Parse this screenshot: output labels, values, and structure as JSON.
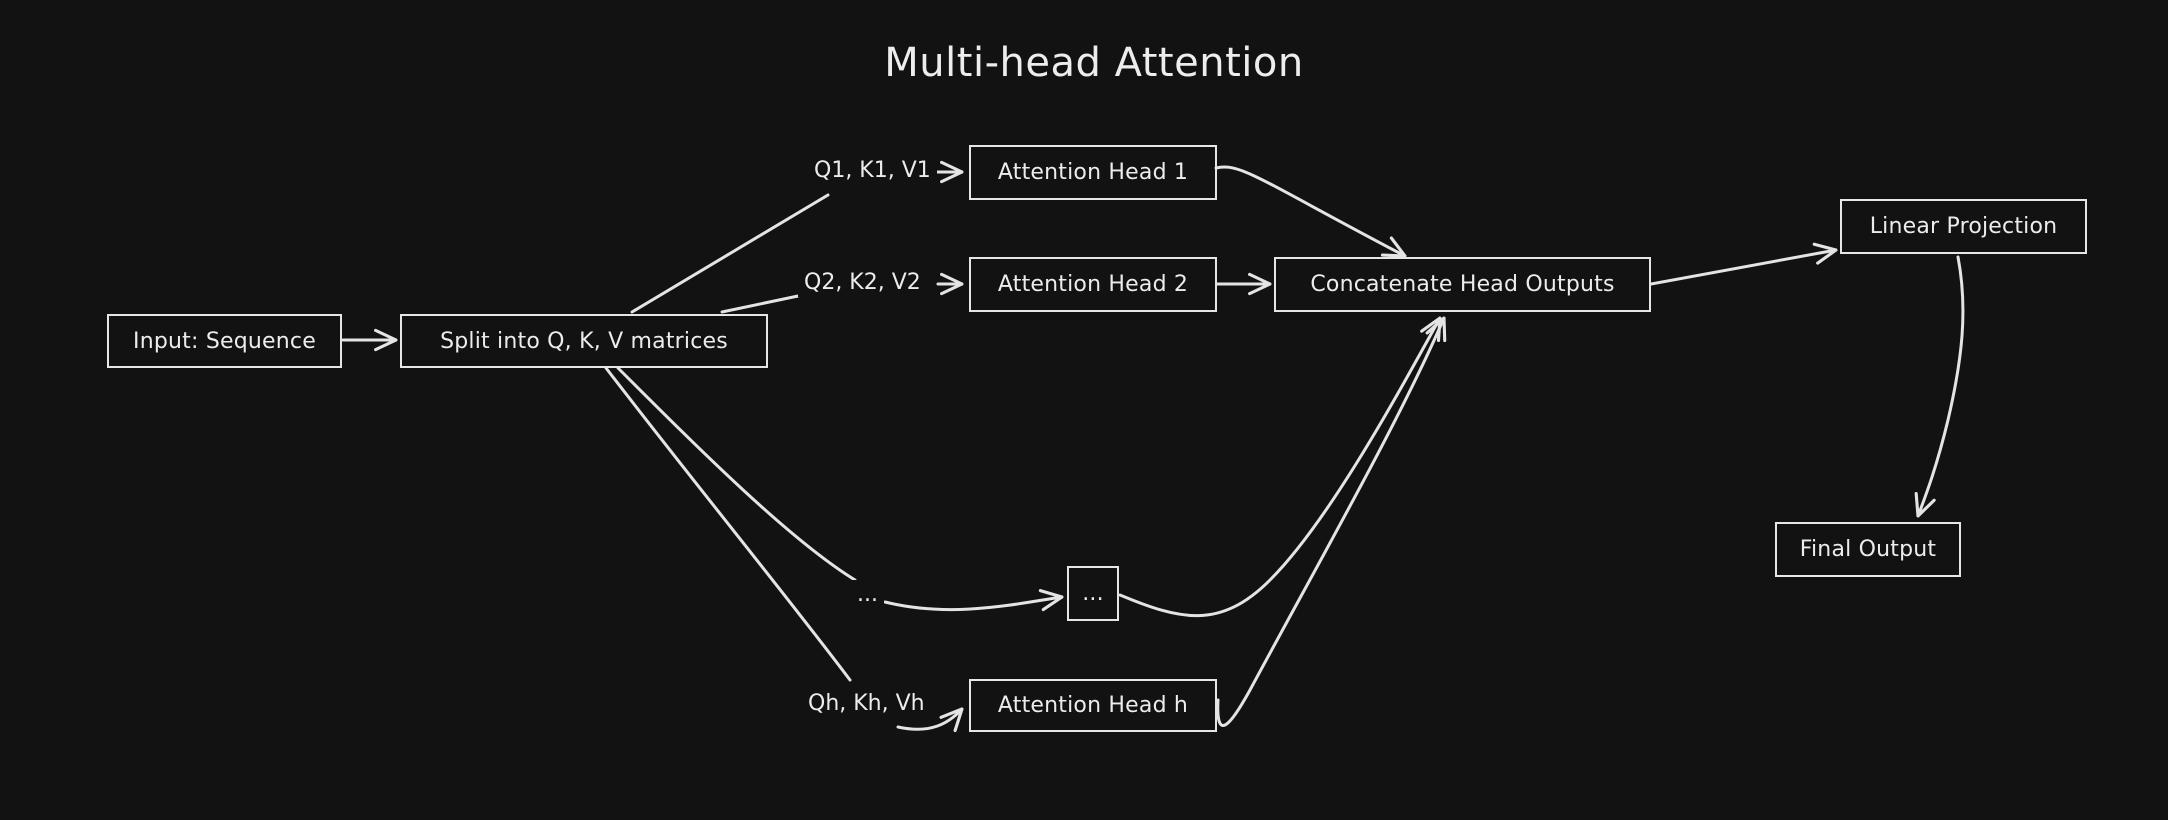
{
  "title": "Multi-head Attention",
  "nodes": {
    "input": "Input: Sequence",
    "split": "Split into Q, K, V matrices",
    "head1": "Attention Head 1",
    "head2": "Attention Head 2",
    "head_ellipsis": "...",
    "headh": "Attention Head h",
    "concat": "Concatenate Head Outputs",
    "linear": "Linear Projection",
    "final": "Final Output"
  },
  "edge_labels": {
    "qkv1": "Q1, K1, V1",
    "qkv2": "Q2, K2, V2",
    "ellipsis": "...",
    "qkvh": "Qh, Kh, Vh"
  },
  "colors": {
    "background": "#121212",
    "stroke": "#e6e6e6",
    "text": "#ececec"
  }
}
